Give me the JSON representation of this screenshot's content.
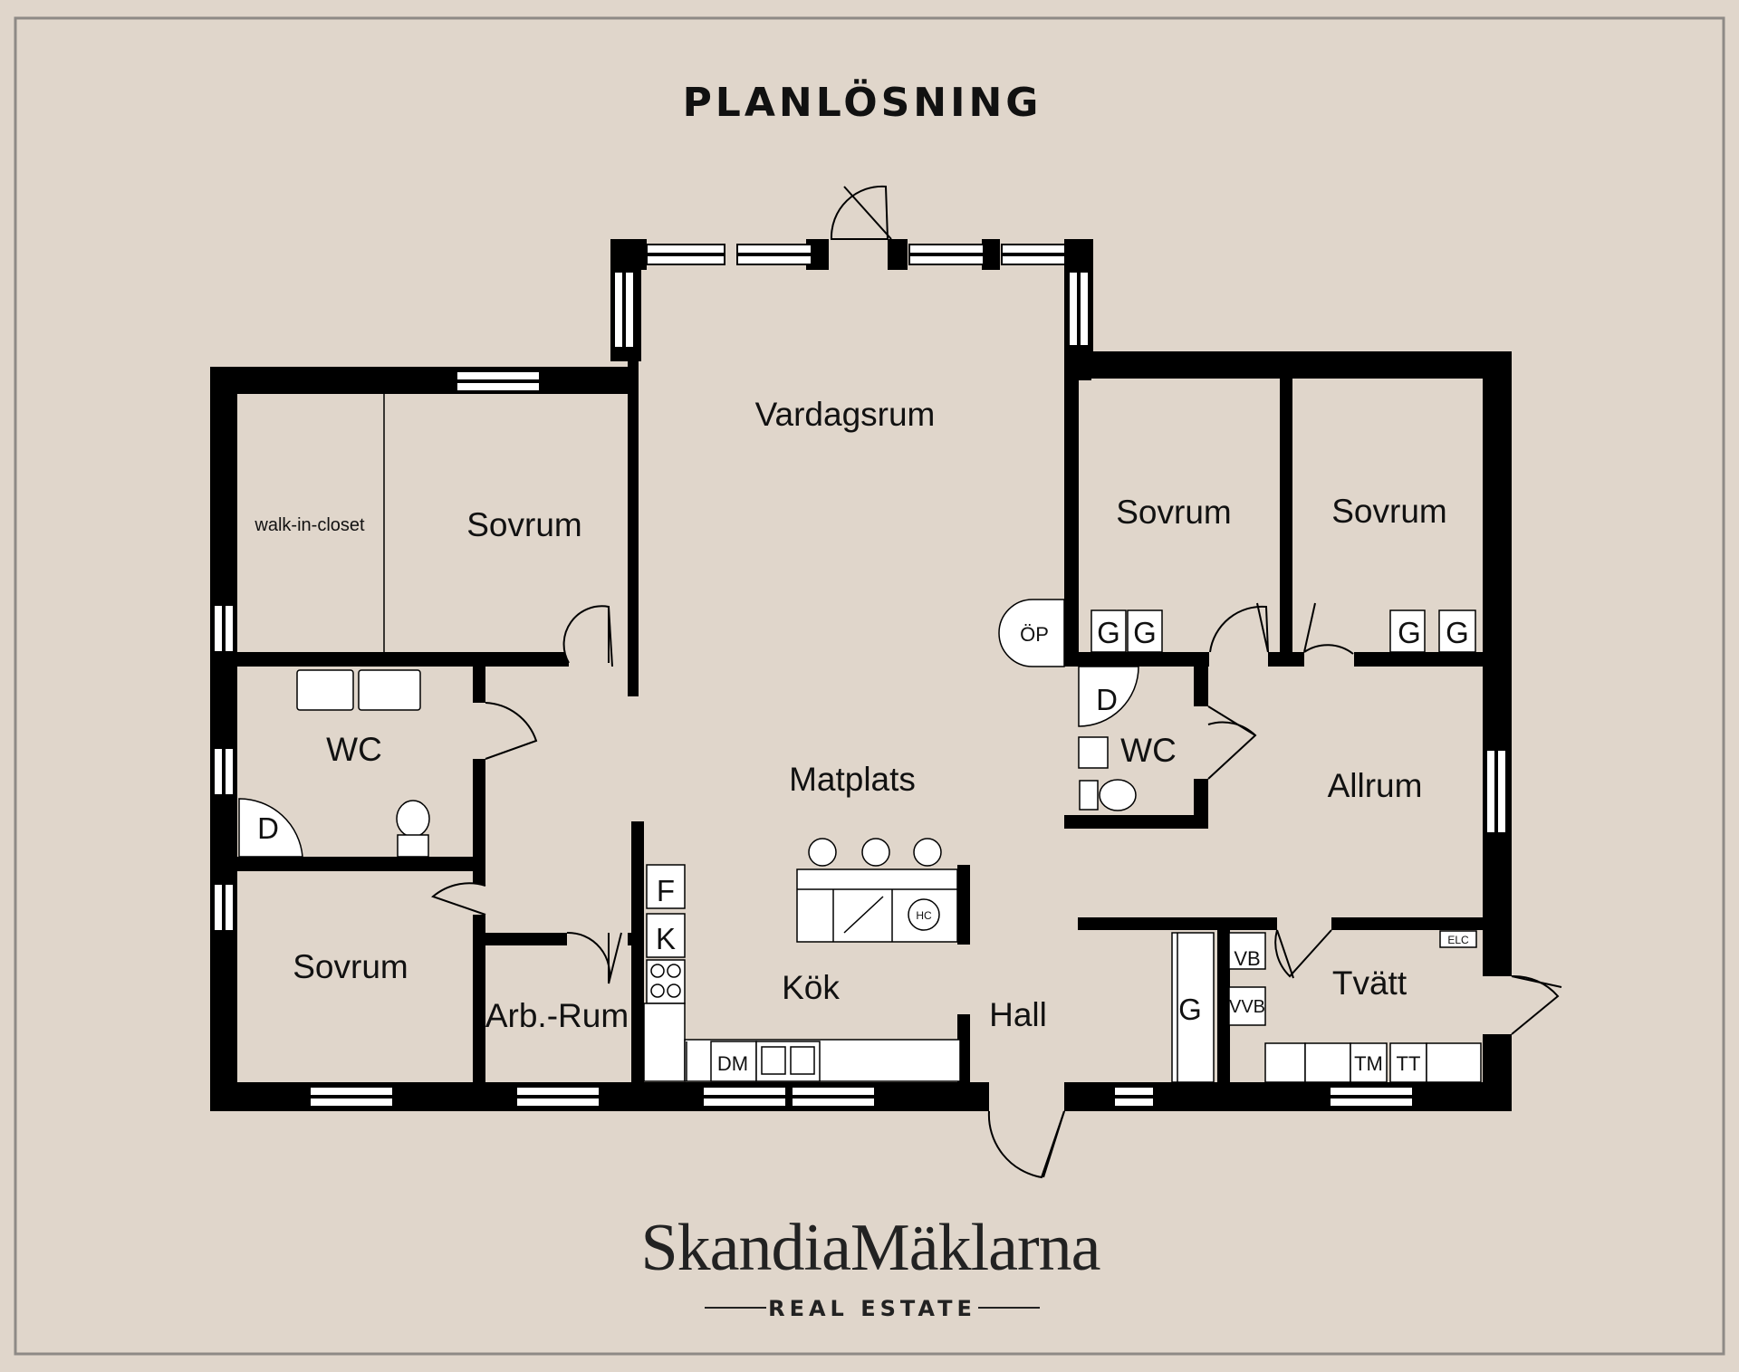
{
  "title": "PLANLÖSNING",
  "rooms": {
    "vardagsrum": "Vardagsrum",
    "walk_in_closet": "walk-in-closet",
    "sovrum_nw": "Sovrum",
    "sovrum_ne1": "Sovrum",
    "sovrum_ne2": "Sovrum",
    "sovrum_sw": "Sovrum",
    "wc_west": "WC",
    "wc_east": "WC",
    "matplats": "Matplats",
    "allrum": "Allrum",
    "kok": "Kök",
    "hall": "Hall",
    "arb_rum": "Arb.-Rum",
    "tvatt": "Tvätt"
  },
  "fixtures": {
    "op": "ÖP",
    "garderob": "G",
    "dusch": "D",
    "frys": "F",
    "kyl": "K",
    "diskmaskin": "DM",
    "tvattmaskin": "TM",
    "torktumlare": "TT",
    "varmvattenberedare": "VVB",
    "vb": "VB",
    "elc": "ELC",
    "hc": "HC"
  },
  "brand": {
    "name": "SkandiaMäklarna",
    "tagline": "REAL ESTATE"
  }
}
